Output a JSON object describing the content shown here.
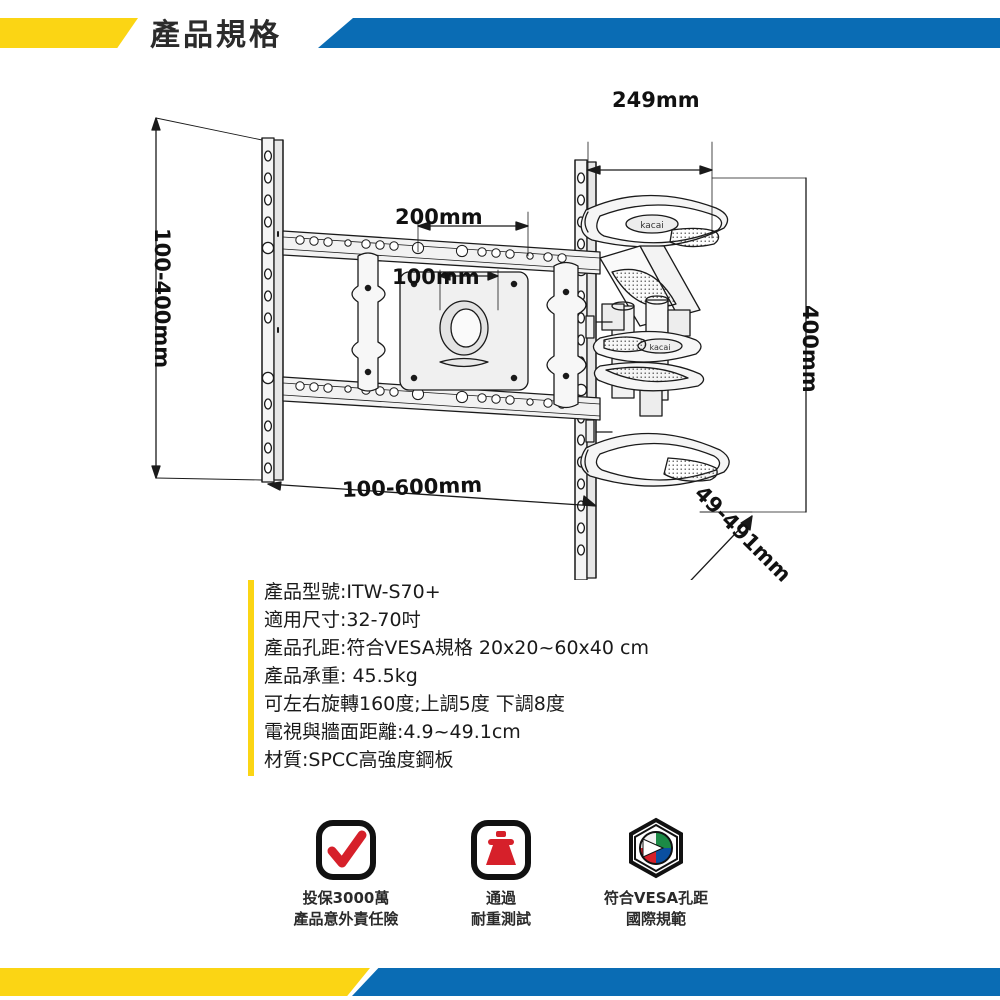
{
  "header": {
    "title": "產品規格",
    "yellow_color": "#FBD514",
    "blue_color": "#0A6CB4"
  },
  "diagram": {
    "dimensions": {
      "top_arm_width": "249mm",
      "vesa_horizontal_outer": "200mm",
      "vesa_horizontal_inner": "100mm",
      "wall_plate_height": "100-400mm",
      "wall_plate_width": "100-600mm",
      "arm_depth_height": "400mm",
      "wall_distance": "49-491mm"
    },
    "brand_mark": "kacai"
  },
  "specs": [
    "產品型號:ITW-S70+",
    "適用尺寸:32-70吋",
    "產品孔距:符合VESA規格 20x20~60x40 cm",
    "產品承重: 45.5kg",
    "可左右旋轉160度;上調5度 下調8度",
    "電視與牆面距離:4.9~49.1cm",
    "材質:SPCC高強度鋼板"
  ],
  "badges": [
    {
      "icon": "red-check-icon",
      "line1": "投保3000萬",
      "line2": "產品意外責任險"
    },
    {
      "icon": "red-weight-icon",
      "line1": "通過",
      "line2": "耐重測試"
    },
    {
      "icon": "vesa-seal-icon",
      "line1": "符合VESA孔距",
      "line2": "國際規範"
    }
  ],
  "colors": {
    "accent_yellow": "#FBD514",
    "accent_blue": "#0A6CB4",
    "badge_red": "#D6202A",
    "line_black": "#1a1a1a"
  }
}
